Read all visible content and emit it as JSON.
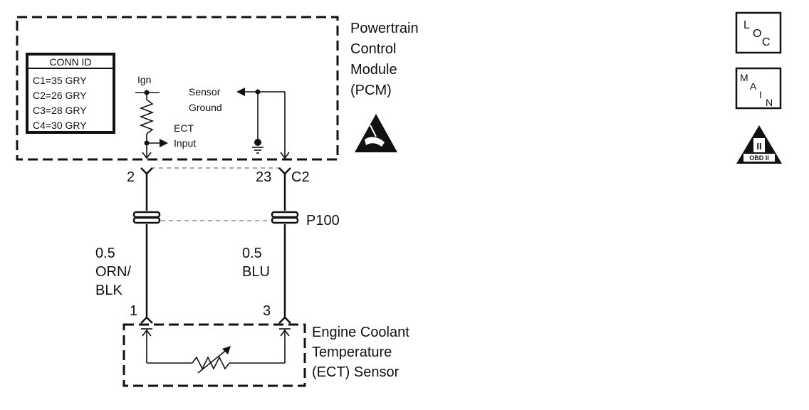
{
  "pcm": {
    "label_lines": [
      "Powertrain",
      "Control",
      "Module",
      "(PCM)"
    ],
    "conn_table": {
      "header": "CONN ID",
      "rows": [
        "C1=35 GRY",
        "C2=26 GRY",
        "C3=28 GRY",
        "C4=30 GRY"
      ]
    },
    "ign_label": "Ign",
    "ect_input_lines": [
      "ECT",
      "Input"
    ],
    "sensor_ground_lines": [
      "Sensor",
      "Ground"
    ]
  },
  "connector": {
    "name": "C2",
    "pin_left": "2",
    "pin_right": "23"
  },
  "splice": {
    "name": "P100"
  },
  "wires": {
    "left": {
      "gauge": "0.5",
      "color_lines": [
        "ORN/",
        "BLK"
      ]
    },
    "right": {
      "gauge": "0.5",
      "color_lines": [
        "BLU"
      ]
    }
  },
  "sensor": {
    "pin_left": "1",
    "pin_right": "3",
    "label_lines": [
      "Engine Coolant",
      "Temperature",
      "(ECT) Sensor"
    ]
  },
  "icons": {
    "loc": {
      "chars": [
        "L",
        "O",
        "C"
      ]
    },
    "main": {
      "chars": [
        "M",
        "A",
        "I",
        "N"
      ]
    },
    "obd": {
      "top": "II",
      "bottom": "OBD II"
    }
  }
}
